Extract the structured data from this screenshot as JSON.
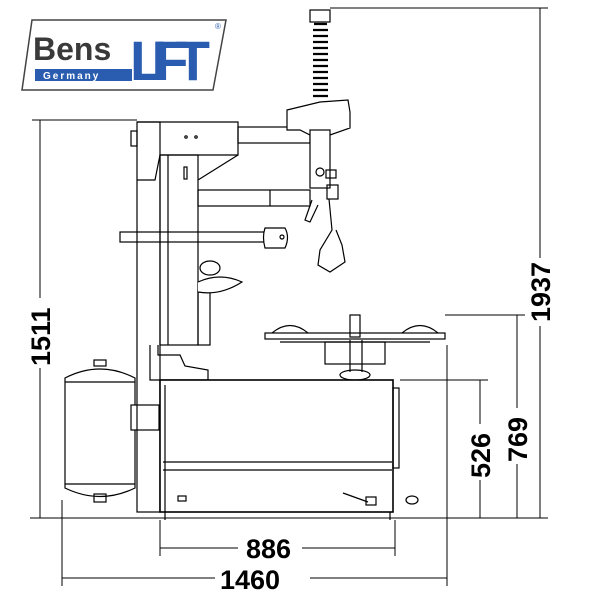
{
  "logo": {
    "brand_left": "Bens",
    "brand_right": "LIFT",
    "subtitle": "Germany",
    "registered_mark": "®",
    "colors": {
      "blue": "#2a5db0",
      "dark": "#3a3a3a"
    }
  },
  "dimensions": {
    "total_height": "1937",
    "column_height": "1511",
    "turntable_height": "769",
    "cabinet_height": "526",
    "cabinet_width": "886",
    "total_width": "1460"
  }
}
